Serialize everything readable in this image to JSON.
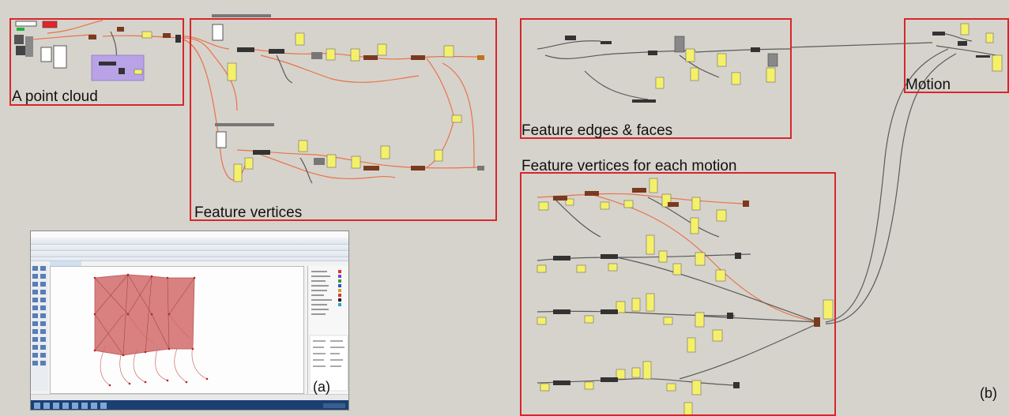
{
  "groups": {
    "point_cloud": {
      "label": "A point cloud"
    },
    "feature_vertices": {
      "label": "Feature vertices"
    },
    "feature_edges_faces": {
      "label": "Feature edges & faces"
    },
    "feature_vertices_each_motion": {
      "label": "Feature vertices for each motion"
    },
    "motion": {
      "label": "Motion"
    }
  },
  "tags": {
    "a": "(a)",
    "b": "(b)"
  },
  "colors": {
    "canvas_background": "#d6d3cc",
    "group_border": "#d8262b",
    "wire_orange": "#e8734a",
    "wire_gray": "#5a5a5a",
    "panel_yellow": "#f5f06a",
    "panel_purple": "#b9a3e6",
    "surface_red": "#d98080",
    "taskbar_blue": "#1b3f73"
  }
}
